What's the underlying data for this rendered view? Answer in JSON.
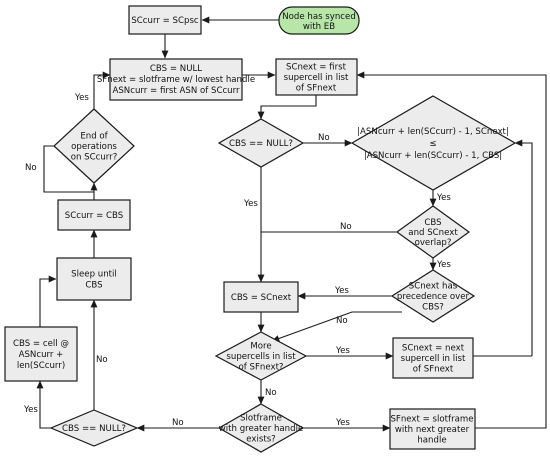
{
  "nodes": [
    {
      "id": "n_start",
      "lines": [
        "Node has synced",
        "with EB"
      ]
    },
    {
      "id": "n_scpsc",
      "lines": [
        "SCcurr = SCpsc"
      ]
    },
    {
      "id": "n_init",
      "lines": [
        "CBS = NULL",
        "SFnext = slotframe w/ lowest handle",
        "ASNcurr = first ASN of SCcurr"
      ]
    },
    {
      "id": "n_first",
      "lines": [
        "SCnext = first",
        "supercell in list",
        "of SFnext"
      ]
    },
    {
      "id": "n_cbsnull1",
      "lines": [
        "CBS == NULL?"
      ]
    },
    {
      "id": "n_ineq",
      "lines": [
        "|ASNcurr + len(SCcurr) - 1, SCnext|",
        "≤",
        "|ASNcurr + len(SCcurr) - 1, CBS|"
      ]
    },
    {
      "id": "n_endops",
      "lines": [
        "End of",
        "operations",
        "on SCcurr?"
      ]
    },
    {
      "id": "n_assign",
      "lines": [
        "SCcurr = CBS"
      ]
    },
    {
      "id": "n_overlap",
      "lines": [
        "CBS",
        "and SCnext",
        "overlap?"
      ]
    },
    {
      "id": "n_sleep",
      "lines": [
        "Sleep until",
        "CBS"
      ]
    },
    {
      "id": "n_prec",
      "lines": [
        "SCnext has",
        "precedence over",
        "CBS?"
      ]
    },
    {
      "id": "n_cbsset",
      "lines": [
        "CBS = SCnext"
      ]
    },
    {
      "id": "n_more",
      "lines": [
        "More",
        "supercells in list",
        "of SFnext?"
      ]
    },
    {
      "id": "n_nextsc",
      "lines": [
        "SCnext = next",
        "supercell in list",
        "of SFnext"
      ]
    },
    {
      "id": "n_cellat",
      "lines": [
        "CBS = cell @",
        "ASNcurr +",
        "len(SCcurr)"
      ]
    },
    {
      "id": "n_cbsnull2",
      "lines": [
        "CBS == NULL?"
      ]
    },
    {
      "id": "n_slotexists",
      "lines": [
        "Slotframe",
        "with greater handle",
        "exists?"
      ]
    },
    {
      "id": "n_sfnext",
      "lines": [
        "SFnext = slotframe",
        "with next greater",
        "handle"
      ]
    }
  ],
  "edge_labels": {
    "yes": "Yes",
    "no": "No"
  }
}
